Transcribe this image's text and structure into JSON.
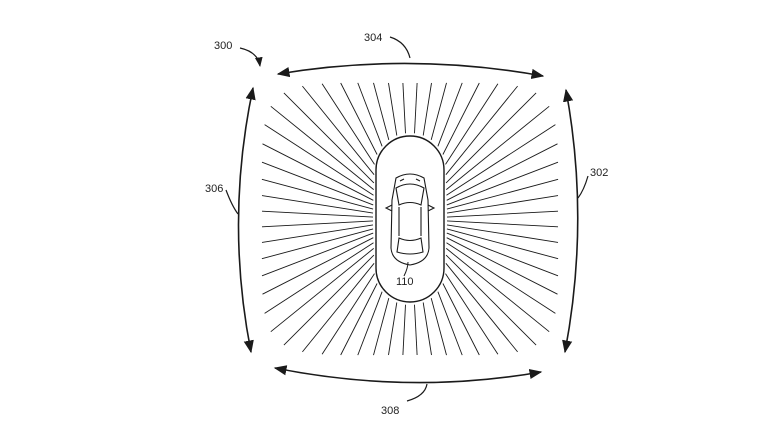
{
  "figure": {
    "labels": {
      "label_300": "300",
      "label_302": "302",
      "label_304": "304",
      "label_306": "306",
      "label_308": "308",
      "label_110": "110"
    },
    "ray_count": 60,
    "line_color": "#1a1a1a",
    "background": "#ffffff"
  }
}
